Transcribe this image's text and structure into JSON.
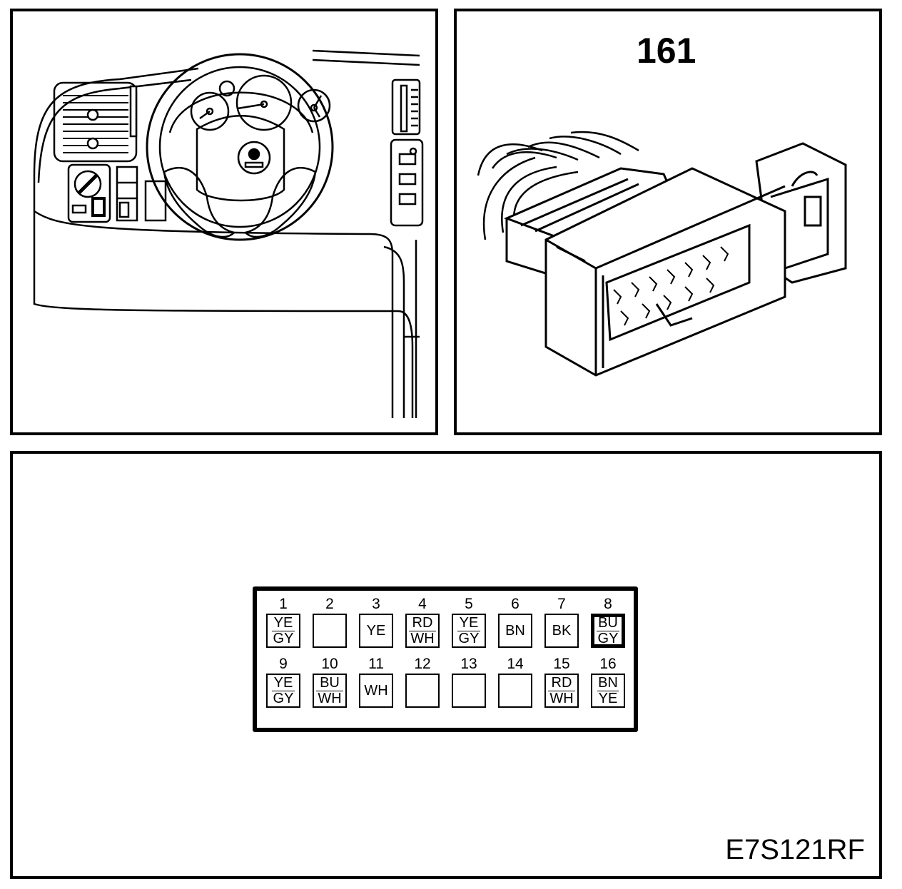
{
  "diagram": {
    "connector_number": "161",
    "reference_code": "E7S121RF",
    "pins_top_row": [
      {
        "num": "1",
        "colors": [
          "YE",
          "GY"
        ]
      },
      {
        "num": "2",
        "colors": []
      },
      {
        "num": "3",
        "colors": [
          "YE"
        ]
      },
      {
        "num": "4",
        "colors": [
          "RD",
          "WH"
        ]
      },
      {
        "num": "5",
        "colors": [
          "YE",
          "GY"
        ]
      },
      {
        "num": "6",
        "colors": [
          "BN"
        ]
      },
      {
        "num": "7",
        "colors": [
          "BK"
        ]
      },
      {
        "num": "8",
        "colors": [
          "BU",
          "GY"
        ],
        "highlight": true
      }
    ],
    "pins_bottom_row": [
      {
        "num": "9",
        "colors": [
          "YE",
          "GY"
        ]
      },
      {
        "num": "10",
        "colors": [
          "BU",
          "WH"
        ]
      },
      {
        "num": "11",
        "colors": [
          "WH"
        ]
      },
      {
        "num": "12",
        "colors": []
      },
      {
        "num": "13",
        "colors": []
      },
      {
        "num": "14",
        "colors": []
      },
      {
        "num": "15",
        "colors": [
          "RD",
          "WH"
        ]
      },
      {
        "num": "16",
        "colors": [
          "BN",
          "YE"
        ]
      }
    ]
  }
}
